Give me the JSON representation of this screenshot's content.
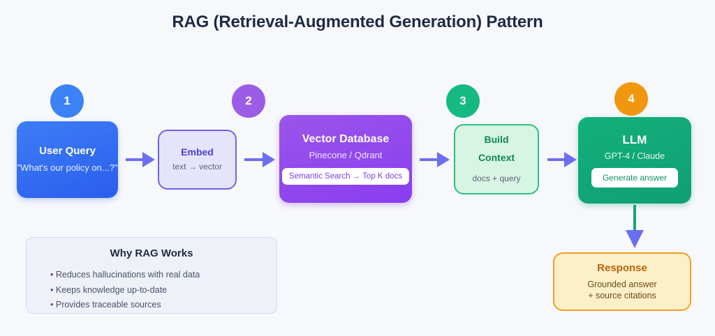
{
  "title": "RAG (Retrieval-Augmented Generation) Pattern",
  "colors": {
    "background": "#f7f8fc",
    "arrow": "#6c6ef0",
    "vertical_arrow_stem": "#13a775",
    "badge_1": "#3b82f6",
    "badge_2": "#9b5de5",
    "badge_3": "#16b981",
    "badge_4": "#f0960f",
    "title_text": "#1f2a44"
  },
  "badges": [
    {
      "label": "1",
      "color": "#3b82f6"
    },
    {
      "label": "2",
      "color": "#9b5de5"
    },
    {
      "label": "3",
      "color": "#16b981"
    },
    {
      "label": "4",
      "color": "#f0960f"
    }
  ],
  "nodes": {
    "user_query": {
      "title": "User Query",
      "subtitle": "\"What's our policy on...?\""
    },
    "embed": {
      "title": "Embed",
      "subtitle": "text → vector"
    },
    "vector_db": {
      "title": "Vector Database",
      "subtitle": "Pinecone / Qdrant",
      "pill": "Semantic Search → Top K docs"
    },
    "build_context": {
      "title_line1": "Build",
      "title_line2": "Context",
      "subtitle": "docs + query"
    },
    "llm": {
      "title": "LLM",
      "subtitle": "GPT-4 / Claude",
      "pill": "Generate answer"
    },
    "response": {
      "title": "Response",
      "subtitle_line1": "Grounded answer",
      "subtitle_line2": "+ source citations"
    }
  },
  "info_panel": {
    "title": "Why RAG Works",
    "items": [
      "Reduces hallucinations with real data",
      "Keeps knowledge up-to-date",
      "Provides traceable sources"
    ]
  }
}
